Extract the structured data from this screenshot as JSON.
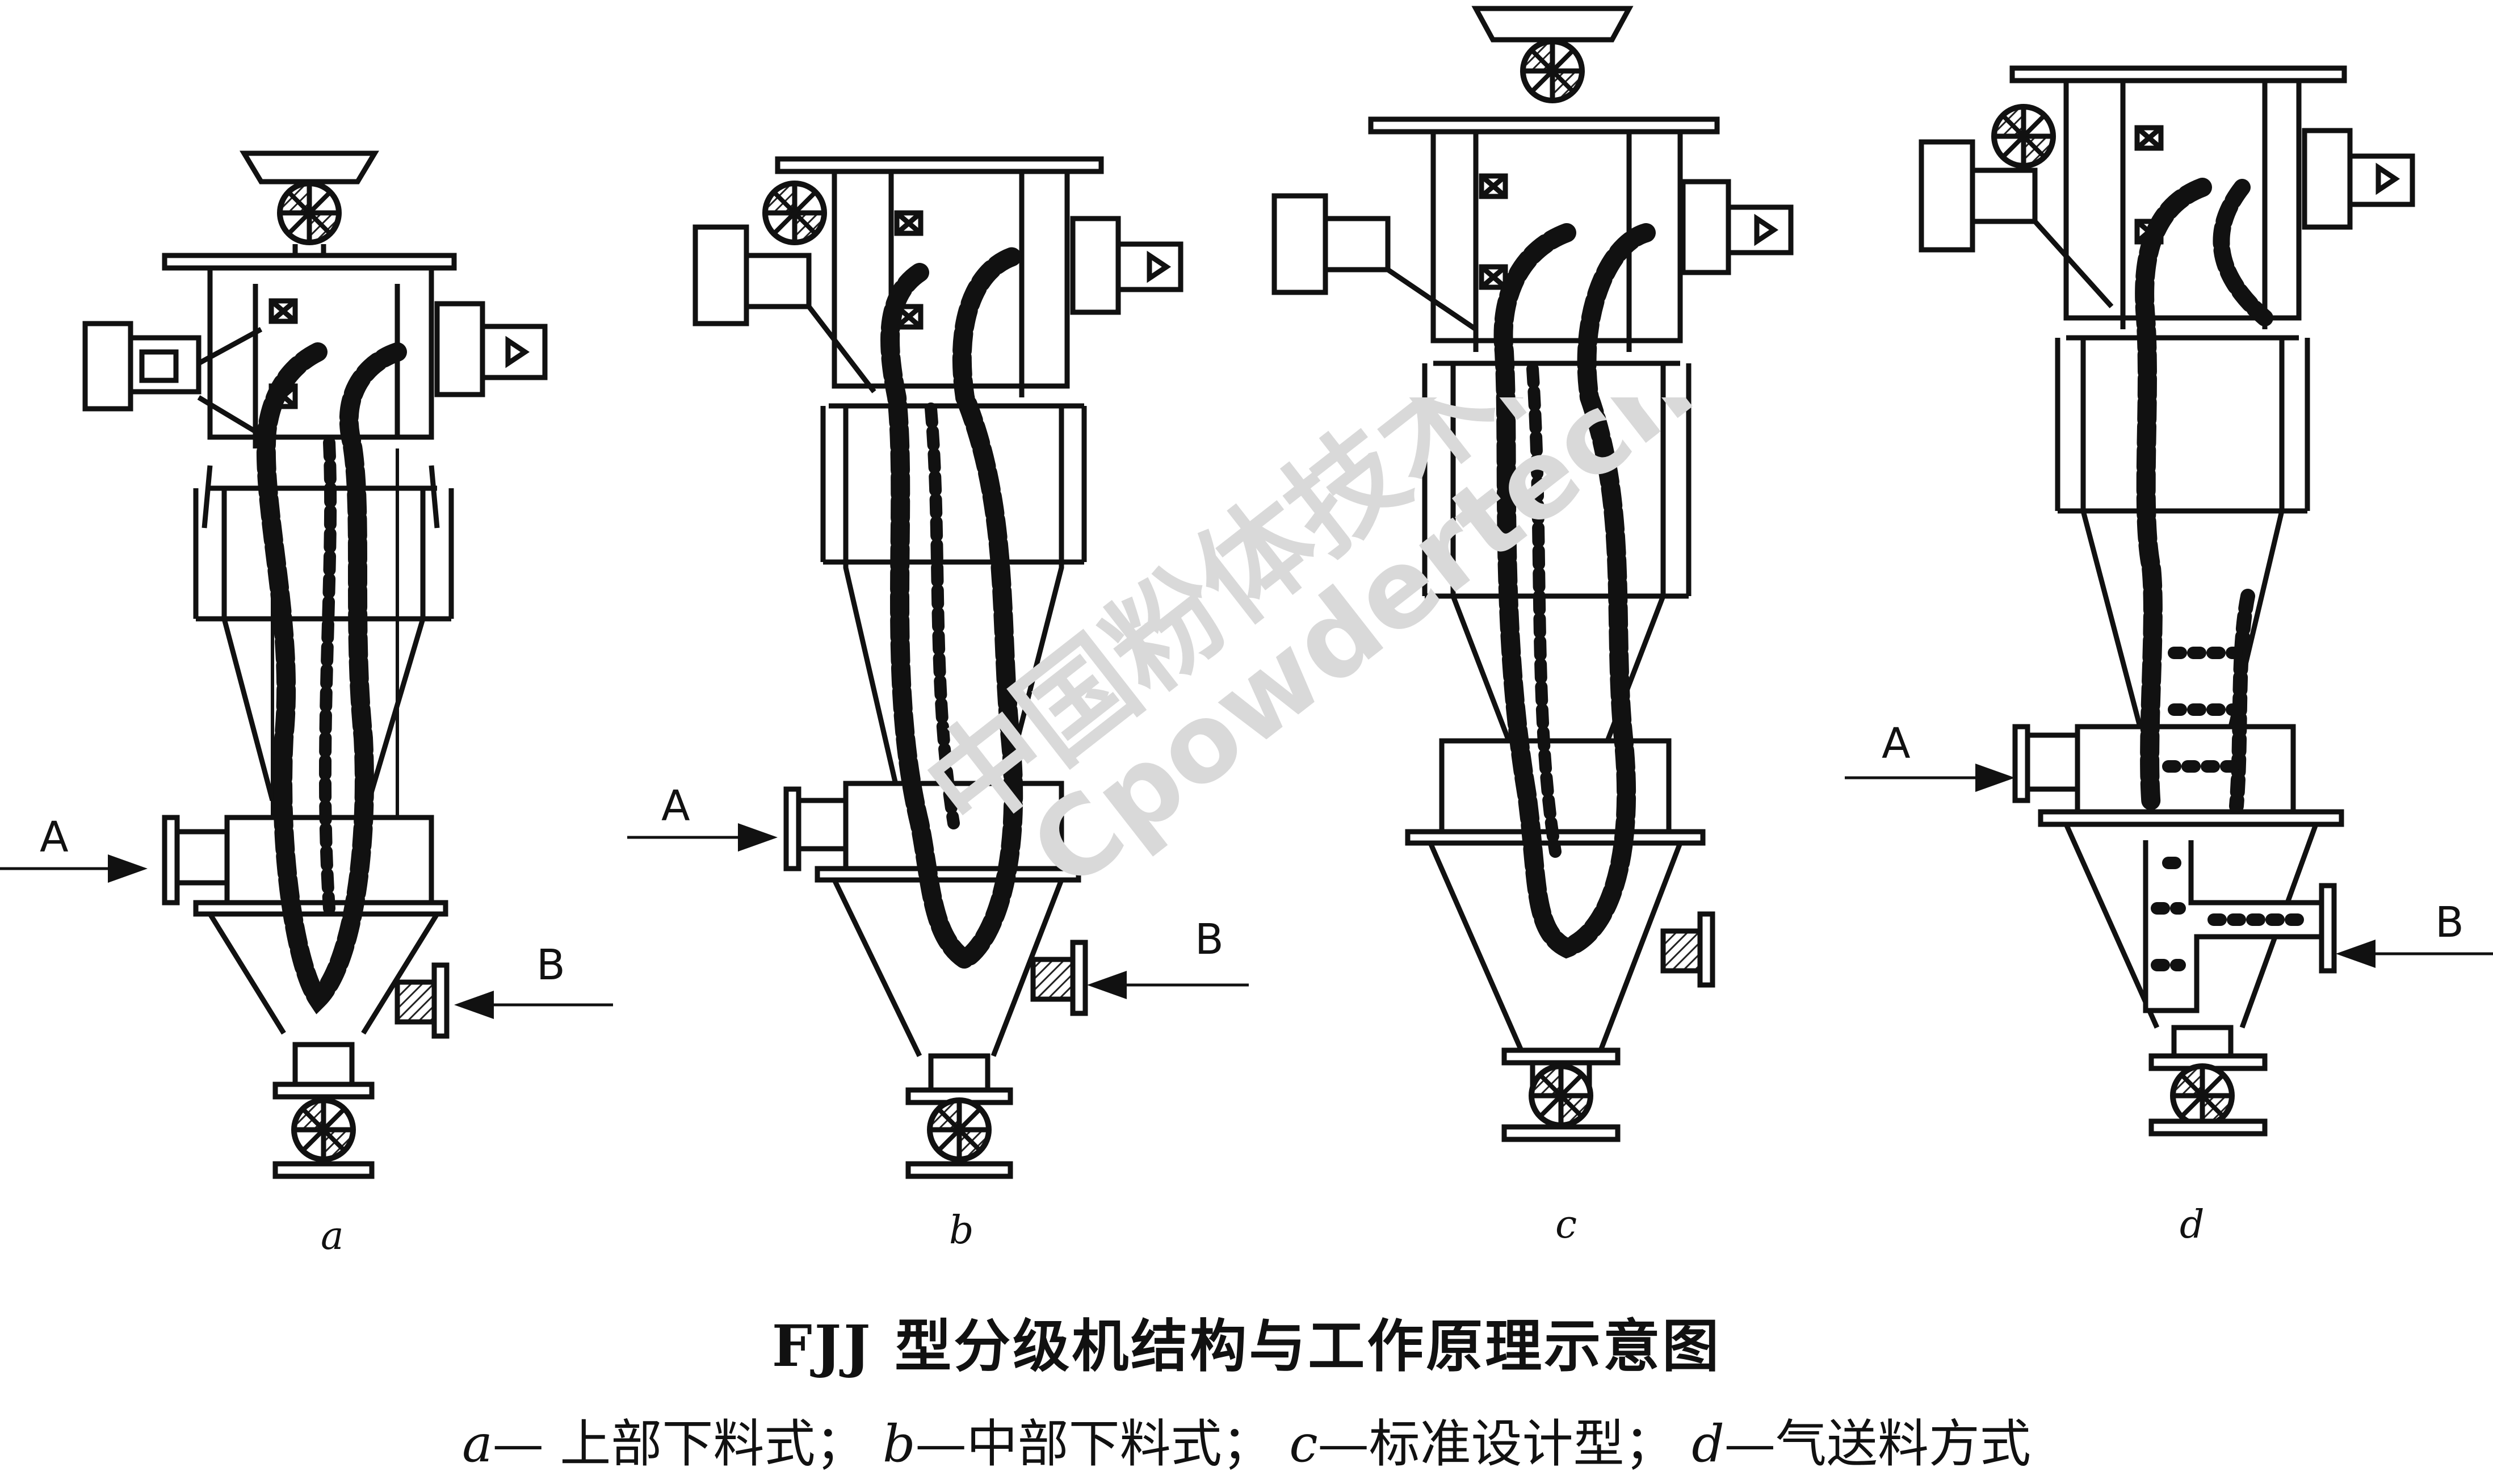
{
  "panels": [
    {
      "id": "a",
      "label": "a",
      "flow_in_A": "A",
      "flow_in_B": "B"
    },
    {
      "id": "b",
      "label": "b",
      "flow_in_A": "A",
      "flow_in_B": "B"
    },
    {
      "id": "c",
      "label": "c"
    },
    {
      "id": "d",
      "label": "d",
      "flow_in_A": "A",
      "flow_in_B": "B"
    }
  ],
  "caption": {
    "title": "FJJ 型分级机结构与工作原理示意图",
    "legend": [
      {
        "key": "a",
        "sep": "— ",
        "text": "上部下料式；"
      },
      {
        "key": "b",
        "sep": "—",
        "text": "中部下料式；"
      },
      {
        "key": "c",
        "sep": "—",
        "text": "标准设计型；"
      },
      {
        "key": "d",
        "sep": "—",
        "text": "气送料方式"
      }
    ]
  },
  "watermark": {
    "line1": "中国粉体技术网",
    "line2": "Cpowdertech"
  },
  "colors": {
    "ink": "#111111",
    "paper": "#ffffff",
    "hatch": "#222222",
    "watermark": "#d9d9d9"
  }
}
